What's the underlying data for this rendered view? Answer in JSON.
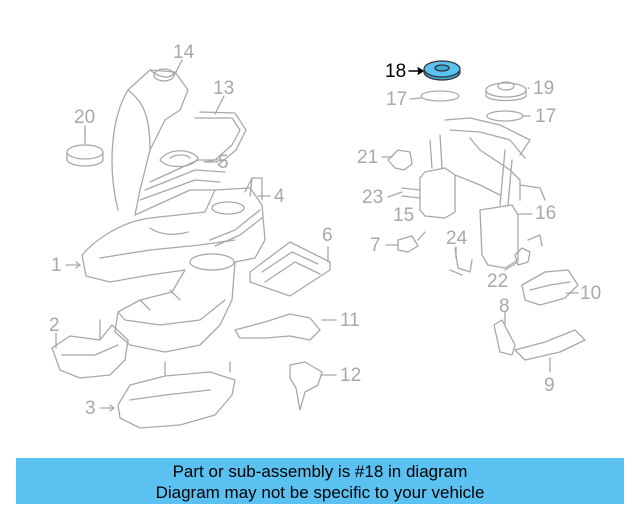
{
  "diagram": {
    "highlight_color": "#3fa9d6",
    "line_color": "#a8a8a8",
    "labels": {
      "p1": "1",
      "p2": "2",
      "p3": "3",
      "p4": "4",
      "p5": "5",
      "p6": "6",
      "p7": "7",
      "p8": "8",
      "p9": "9",
      "p10": "10",
      "p11": "11",
      "p12": "12",
      "p13": "13",
      "p14": "14",
      "p15": "15",
      "p16": "16",
      "p17a": "17",
      "p17b": "17",
      "p18": "18",
      "p19": "19",
      "p20": "20",
      "p21": "21",
      "p22": "22",
      "p23": "23",
      "p24": "24"
    }
  },
  "caption": {
    "line1": "Part or sub-assembly is #18 in diagram",
    "line2": "Diagram may not be specific to your vehicle",
    "background": "#5ac1f1"
  }
}
